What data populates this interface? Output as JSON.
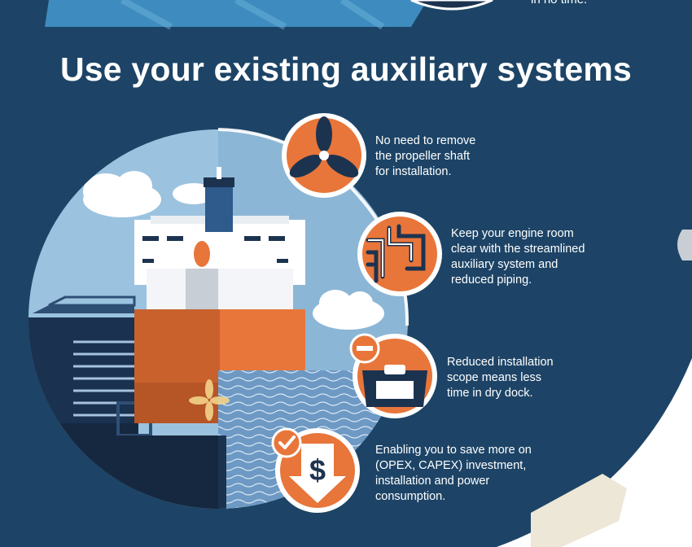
{
  "header": {
    "title": "Use your existing auxiliary systems",
    "top_fragment": "in no time."
  },
  "features": [
    {
      "icon": "propeller-icon",
      "text": "No need to remove\nthe propeller shaft\nfor installation."
    },
    {
      "icon": "piping-icon",
      "text": "Keep your engine room\nclear with the streamlined\nauxiliary system and\nreduced piping."
    },
    {
      "icon": "dry-dock-icon",
      "text": "Reduced installation\nscope means less\ntime in dry dock."
    },
    {
      "icon": "dollar-savings-icon",
      "text": "Enabling you to save more on\n(OPEX, CAPEX) investment,\ninstallation and power\nconsumption."
    }
  ],
  "colors": {
    "background": "#1d4466",
    "accent_orange": "#e8763a",
    "dark_navy": "#1c3350",
    "light_blue": "#9bc3e0",
    "water": "#6d99c4"
  }
}
